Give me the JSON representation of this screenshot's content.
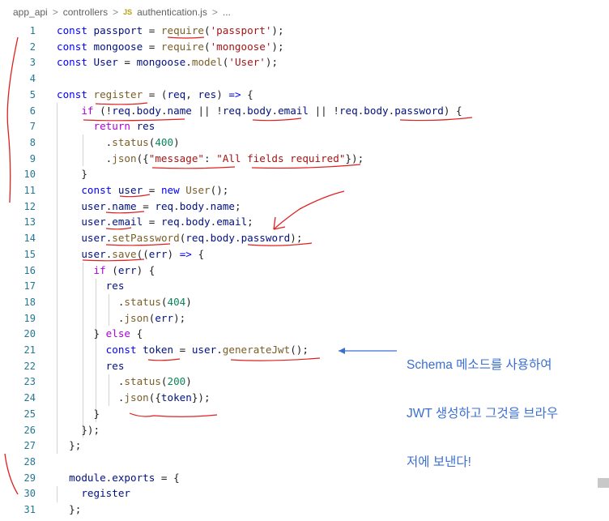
{
  "breadcrumb": {
    "folder": "app_api",
    "subfolder": "controllers",
    "file_icon": "JS",
    "file": "authentication.js",
    "ellipsis": "...",
    "separator": ">"
  },
  "code_lines": [
    {
      "n": "1",
      "tokens": [
        [
          "kw",
          "const "
        ],
        [
          "var",
          "passport"
        ],
        [
          "plain",
          " = "
        ],
        [
          "fn",
          "require"
        ],
        [
          "plain",
          "("
        ],
        [
          "str",
          "'passport'"
        ],
        [
          "plain",
          ");"
        ]
      ]
    },
    {
      "n": "2",
      "tokens": [
        [
          "kw",
          "const "
        ],
        [
          "var",
          "mongoose"
        ],
        [
          "plain",
          " = "
        ],
        [
          "fn",
          "require"
        ],
        [
          "plain",
          "("
        ],
        [
          "str",
          "'mongoose'"
        ],
        [
          "plain",
          ");"
        ]
      ]
    },
    {
      "n": "3",
      "tokens": [
        [
          "kw",
          "const "
        ],
        [
          "var",
          "User"
        ],
        [
          "plain",
          " = "
        ],
        [
          "var",
          "mongoose"
        ],
        [
          "plain",
          "."
        ],
        [
          "fn",
          "model"
        ],
        [
          "plain",
          "("
        ],
        [
          "str",
          "'User'"
        ],
        [
          "plain",
          ");"
        ]
      ]
    },
    {
      "n": "4",
      "tokens": []
    },
    {
      "n": "5",
      "tokens": [
        [
          "kw",
          "const "
        ],
        [
          "fn",
          "register"
        ],
        [
          "plain",
          " = ("
        ],
        [
          "var",
          "req"
        ],
        [
          "plain",
          ", "
        ],
        [
          "var",
          "res"
        ],
        [
          "plain",
          ") "
        ],
        [
          "kw",
          "=>"
        ],
        [
          "plain",
          " {"
        ]
      ]
    },
    {
      "n": "6",
      "tokens": [
        [
          "plain",
          "    "
        ],
        [
          "kw2",
          "if"
        ],
        [
          "plain",
          " (!"
        ],
        [
          "var",
          "req"
        ],
        [
          "plain",
          "."
        ],
        [
          "prop",
          "body"
        ],
        [
          "plain",
          "."
        ],
        [
          "prop",
          "name"
        ],
        [
          "plain",
          " || !"
        ],
        [
          "var",
          "req"
        ],
        [
          "plain",
          "."
        ],
        [
          "prop",
          "body"
        ],
        [
          "plain",
          "."
        ],
        [
          "prop",
          "email"
        ],
        [
          "plain",
          " || !"
        ],
        [
          "var",
          "req"
        ],
        [
          "plain",
          "."
        ],
        [
          "prop",
          "body"
        ],
        [
          "plain",
          "."
        ],
        [
          "prop",
          "password"
        ],
        [
          "plain",
          ") {"
        ]
      ]
    },
    {
      "n": "7",
      "tokens": [
        [
          "plain",
          "      "
        ],
        [
          "kw2",
          "return "
        ],
        [
          "var",
          "res"
        ]
      ]
    },
    {
      "n": "8",
      "tokens": [
        [
          "plain",
          "        ."
        ],
        [
          "fn",
          "status"
        ],
        [
          "plain",
          "("
        ],
        [
          "num",
          "400"
        ],
        [
          "plain",
          ")"
        ]
      ]
    },
    {
      "n": "9",
      "tokens": [
        [
          "plain",
          "        ."
        ],
        [
          "fn",
          "json"
        ],
        [
          "plain",
          "({"
        ],
        [
          "str",
          "\"message\""
        ],
        [
          "plain",
          ": "
        ],
        [
          "str",
          "\"All fields required\""
        ],
        [
          "plain",
          "});"
        ]
      ]
    },
    {
      "n": "10",
      "tokens": [
        [
          "plain",
          "    }"
        ]
      ]
    },
    {
      "n": "11",
      "tokens": [
        [
          "plain",
          "    "
        ],
        [
          "kw",
          "const "
        ],
        [
          "var",
          "user"
        ],
        [
          "plain",
          " = "
        ],
        [
          "kw",
          "new "
        ],
        [
          "fn",
          "User"
        ],
        [
          "plain",
          "();"
        ]
      ]
    },
    {
      "n": "12",
      "tokens": [
        [
          "plain",
          "    "
        ],
        [
          "var",
          "user"
        ],
        [
          "plain",
          "."
        ],
        [
          "prop",
          "name"
        ],
        [
          "plain",
          " = "
        ],
        [
          "var",
          "req"
        ],
        [
          "plain",
          "."
        ],
        [
          "prop",
          "body"
        ],
        [
          "plain",
          "."
        ],
        [
          "prop",
          "name"
        ],
        [
          "plain",
          ";"
        ]
      ]
    },
    {
      "n": "13",
      "tokens": [
        [
          "plain",
          "    "
        ],
        [
          "var",
          "user"
        ],
        [
          "plain",
          "."
        ],
        [
          "prop",
          "email"
        ],
        [
          "plain",
          " = "
        ],
        [
          "var",
          "req"
        ],
        [
          "plain",
          "."
        ],
        [
          "prop",
          "body"
        ],
        [
          "plain",
          "."
        ],
        [
          "prop",
          "email"
        ],
        [
          "plain",
          ";"
        ]
      ]
    },
    {
      "n": "14",
      "tokens": [
        [
          "plain",
          "    "
        ],
        [
          "var",
          "user"
        ],
        [
          "plain",
          "."
        ],
        [
          "fn",
          "setPassword"
        ],
        [
          "plain",
          "("
        ],
        [
          "var",
          "req"
        ],
        [
          "plain",
          "."
        ],
        [
          "prop",
          "body"
        ],
        [
          "plain",
          "."
        ],
        [
          "prop",
          "password"
        ],
        [
          "plain",
          ");"
        ]
      ]
    },
    {
      "n": "15",
      "tokens": [
        [
          "plain",
          "    "
        ],
        [
          "var",
          "user"
        ],
        [
          "plain",
          "."
        ],
        [
          "fn",
          "save"
        ],
        [
          "plain",
          "(("
        ],
        [
          "var",
          "err"
        ],
        [
          "plain",
          ") "
        ],
        [
          "kw",
          "=>"
        ],
        [
          "plain",
          " {"
        ]
      ]
    },
    {
      "n": "16",
      "tokens": [
        [
          "plain",
          "      "
        ],
        [
          "kw2",
          "if"
        ],
        [
          "plain",
          " ("
        ],
        [
          "var",
          "err"
        ],
        [
          "plain",
          ") {"
        ]
      ]
    },
    {
      "n": "17",
      "tokens": [
        [
          "plain",
          "        "
        ],
        [
          "var",
          "res"
        ]
      ]
    },
    {
      "n": "18",
      "tokens": [
        [
          "plain",
          "          ."
        ],
        [
          "fn",
          "status"
        ],
        [
          "plain",
          "("
        ],
        [
          "num",
          "404"
        ],
        [
          "plain",
          ")"
        ]
      ]
    },
    {
      "n": "19",
      "tokens": [
        [
          "plain",
          "          ."
        ],
        [
          "fn",
          "json"
        ],
        [
          "plain",
          "("
        ],
        [
          "var",
          "err"
        ],
        [
          "plain",
          ");"
        ]
      ]
    },
    {
      "n": "20",
      "tokens": [
        [
          "plain",
          "      } "
        ],
        [
          "kw2",
          "else"
        ],
        [
          "plain",
          " {"
        ]
      ]
    },
    {
      "n": "21",
      "tokens": [
        [
          "plain",
          "        "
        ],
        [
          "kw",
          "const "
        ],
        [
          "var",
          "token"
        ],
        [
          "plain",
          " = "
        ],
        [
          "var",
          "user"
        ],
        [
          "plain",
          "."
        ],
        [
          "fn",
          "generateJwt"
        ],
        [
          "plain",
          "();"
        ]
      ]
    },
    {
      "n": "22",
      "tokens": [
        [
          "plain",
          "        "
        ],
        [
          "var",
          "res"
        ]
      ]
    },
    {
      "n": "23",
      "tokens": [
        [
          "plain",
          "          ."
        ],
        [
          "fn",
          "status"
        ],
        [
          "plain",
          "("
        ],
        [
          "num",
          "200"
        ],
        [
          "plain",
          ")"
        ]
      ]
    },
    {
      "n": "24",
      "tokens": [
        [
          "plain",
          "          ."
        ],
        [
          "fn",
          "json"
        ],
        [
          "plain",
          "({"
        ],
        [
          "var",
          "token"
        ],
        [
          "plain",
          "});"
        ]
      ]
    },
    {
      "n": "25",
      "tokens": [
        [
          "plain",
          "      }"
        ]
      ]
    },
    {
      "n": "26",
      "tokens": [
        [
          "plain",
          "    });"
        ]
      ]
    },
    {
      "n": "27",
      "tokens": [
        [
          "plain",
          "  };"
        ]
      ]
    },
    {
      "n": "28",
      "tokens": []
    },
    {
      "n": "29",
      "tokens": [
        [
          "plain",
          "  "
        ],
        [
          "var",
          "module"
        ],
        [
          "plain",
          "."
        ],
        [
          "prop",
          "exports"
        ],
        [
          "plain",
          " = {"
        ]
      ]
    },
    {
      "n": "30",
      "tokens": [
        [
          "plain",
          "    "
        ],
        [
          "var",
          "register"
        ]
      ]
    },
    {
      "n": "31",
      "tokens": [
        [
          "plain",
          "  };"
        ]
      ]
    }
  ],
  "annotation": {
    "line1": "Schema 메소드를 사용하여",
    "line2": "JWT 생성하고 그것을 브라우",
    "line3": "저에 보낸다!"
  },
  "colors": {
    "keyword": "#0000ff",
    "control": "#af00db",
    "string": "#a31515",
    "number": "#098658",
    "function": "#795e26",
    "variable": "#001080",
    "line_number": "#237893",
    "annotation_red": "#e02020",
    "annotation_blue": "#3a6fd0"
  }
}
